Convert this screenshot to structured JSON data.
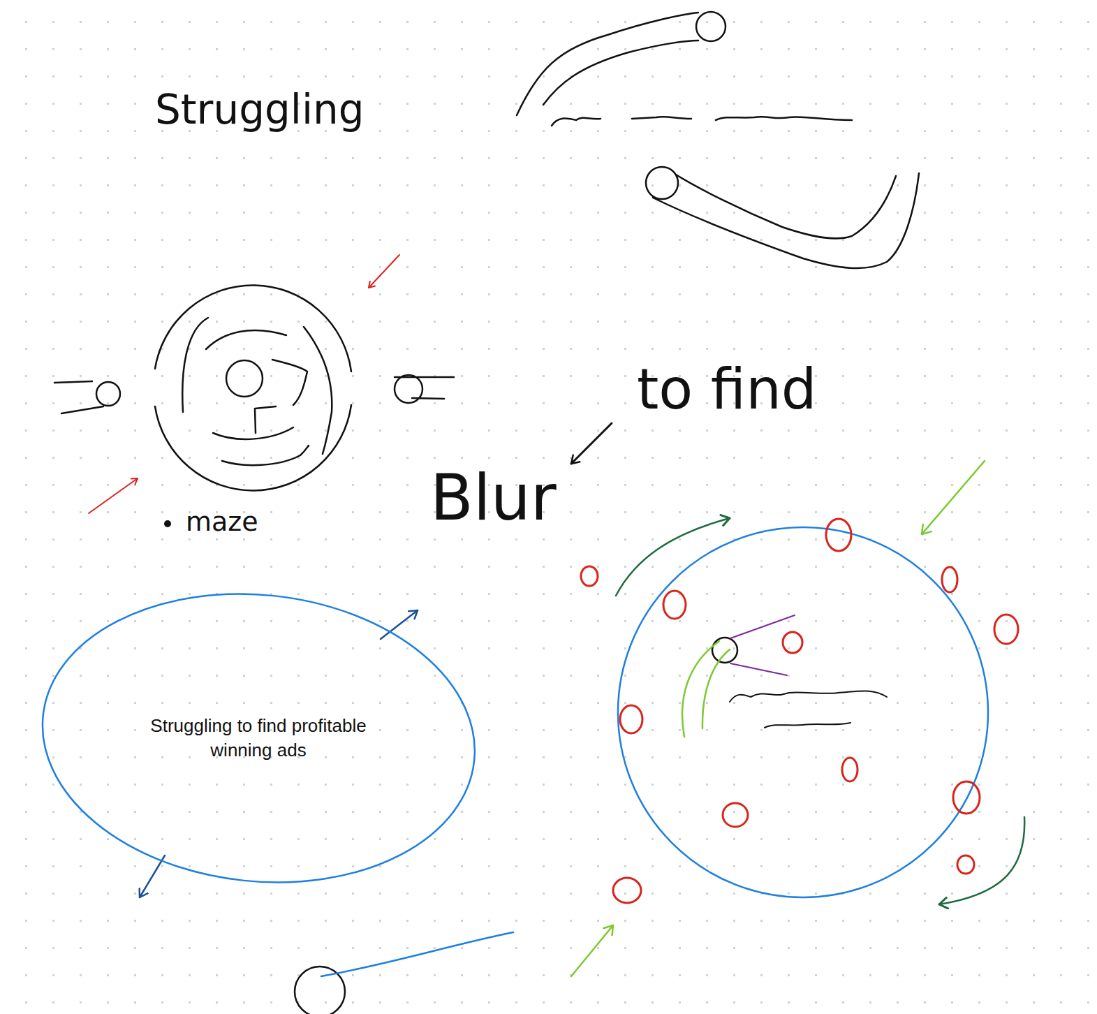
{
  "diagram": {
    "nodes": [
      {
        "text": [
          "Struggling to find profitable winning ads"
        ]
      }
    ],
    "labels": [
      "Struggling",
      "to find",
      "Blur",
      "maze"
    ]
  }
}
